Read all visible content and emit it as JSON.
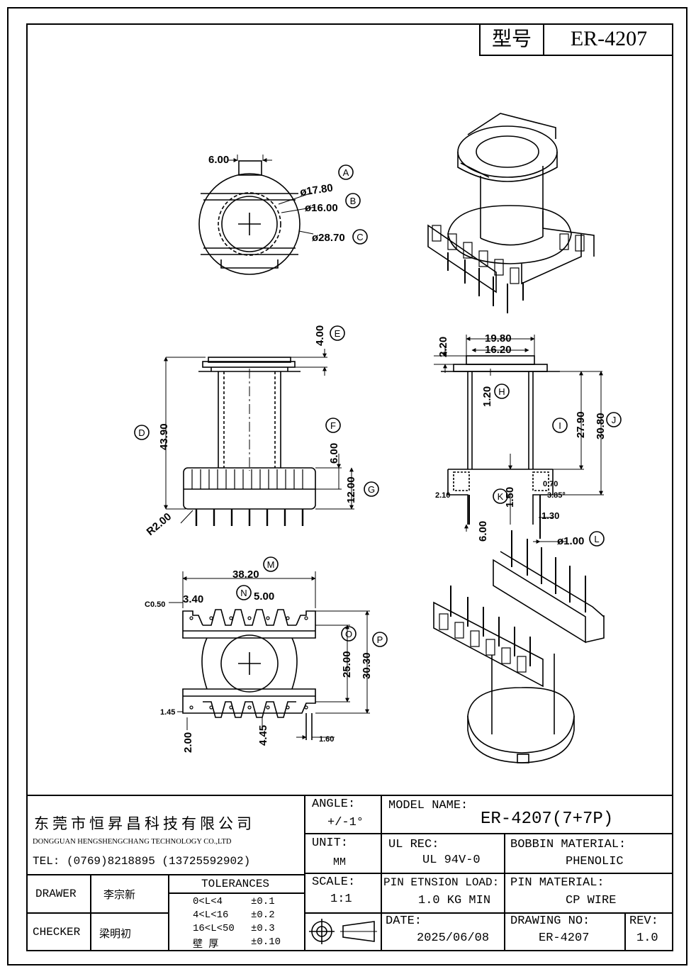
{
  "header": {
    "model_label": "型号",
    "model_value": "ER-4207"
  },
  "drawings": {
    "top_view": {
      "d1": "6.00",
      "d2": "ø17.80",
      "d3": "ø16.00",
      "d4": "ø28.70",
      "l1": "A",
      "l2": "B",
      "l3": "C"
    },
    "side_view": {
      "d1": "4.00",
      "d2": "43.90",
      "d3": "6.00",
      "d4": "12.00",
      "d5": "R2.00",
      "l1": "E",
      "l2": "D",
      "l3": "F",
      "l4": "G"
    },
    "front_view": {
      "d1": "2.20",
      "d2": "19.80",
      "d3": "16.20",
      "d4": "1.20",
      "d5": "27.90",
      "d6": "30.80",
      "d7": "2.10",
      "d8": "1.50",
      "d9": "6.00",
      "d10": "1.30",
      "d11": "ø1.00",
      "d12": "0.70",
      "d13": "3.85°",
      "l1": "H",
      "l2": "I",
      "l3": "J",
      "l4": "K",
      "l5": "L"
    },
    "bottom_view": {
      "d1": "38.20",
      "d2": "C0.50",
      "d3": "3.40",
      "d4": "5.00",
      "d5": "25.00",
      "d6": "30.30",
      "d7": "1.45",
      "d8": "2.00",
      "d9": "4.45",
      "d10": "1.60",
      "l1": "M",
      "l2": "N",
      "l3": "O",
      "l4": "P"
    }
  },
  "title_block": {
    "company_cn": "东莞市恒昇昌科技有限公司",
    "company_en": "DONGGUAN HENGSHENGCHANG  TECHNOLOGY CO.,LTD",
    "tel": "TEL:   (0769)8218895 (13725592902)",
    "drawer_label": "DRAWER",
    "drawer_name": "李宗新",
    "checker_label": "CHECKER",
    "checker_name": "梁明初",
    "tolerances_label": "TOLERANCES",
    "tolerances": [
      {
        "range": "0<L<4",
        "value": "±0.1"
      },
      {
        "range": "4<L<16",
        "value": "±0.2"
      },
      {
        "range": "16<L<50",
        "value": "±0.3"
      },
      {
        "range": "壁  厚",
        "value": "±0.10"
      }
    ],
    "angle_label": "ANGLE:",
    "angle_value": "+/-1°",
    "unit_label": "UNIT:",
    "unit_value": "MM",
    "scale_label": "SCALE:",
    "scale_value": "1:1",
    "model_name_label": "MODEL NAME:",
    "model_name_value": "ER-4207(7+7P)",
    "ul_label": "UL REC:",
    "ul_value": "UL 94V-0",
    "bobbin_label": "BOBBIN MATERIAL:",
    "bobbin_value": "PHENOLIC",
    "pin_tension_label": "PIN ETNSION LOAD:",
    "pin_tension_value": "1.0 KG MIN",
    "pin_material_label": "PIN MATERIAL:",
    "pin_material_value": "CP WIRE",
    "date_label": "DATE:",
    "date_value": "2025/06/08",
    "drawing_no_label": "DRAWING NO:",
    "drawing_no_value": "ER-4207",
    "rev_label": "REV:",
    "rev_value": "1.0"
  }
}
